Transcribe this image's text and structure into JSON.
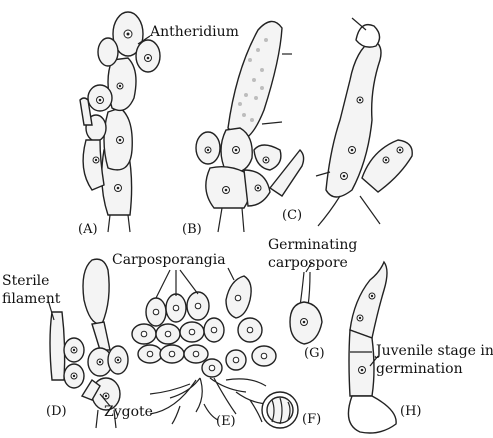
{
  "labels": {
    "antheridium": "Antheridium",
    "sterile_filament": "Sterile\nfilament",
    "carposporangia": "Carposporangia",
    "germinating_carpospore": "Germinating\ncarpospore",
    "zygote": "Zygote",
    "juvenile_stage": "Juvenile stage in\ngermination"
  },
  "panels": {
    "a": "(A)",
    "b": "(B)",
    "c": "(C)",
    "d": "(D)",
    "e": "(E)",
    "f": "(F)",
    "g": "(G)",
    "h": "(H)"
  },
  "colors": {
    "ink": "#222222",
    "cell_fill": "#f4f4f4",
    "background": "#ffffff"
  }
}
